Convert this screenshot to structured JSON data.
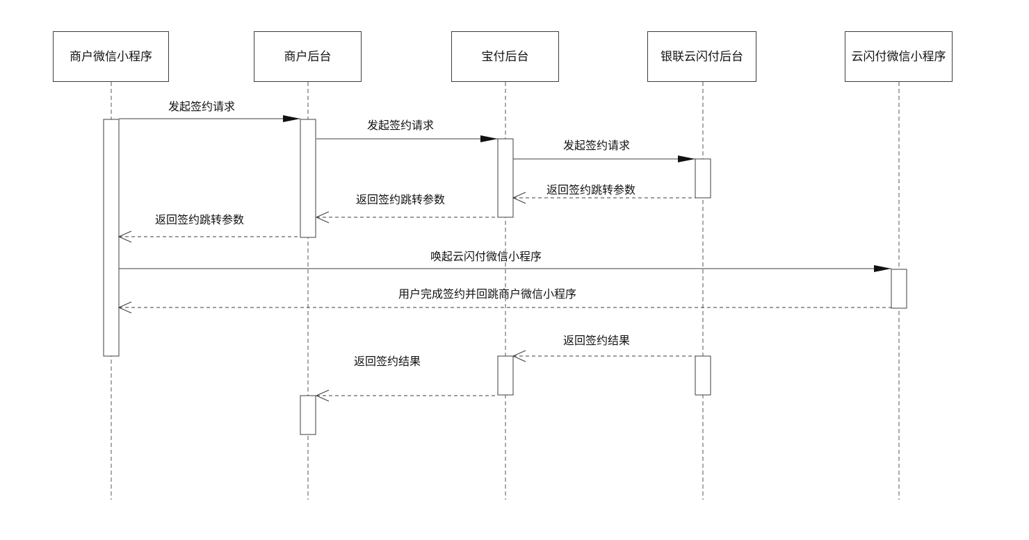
{
  "participants": [
    {
      "id": "merchant_mini",
      "label": "商户微信小程序"
    },
    {
      "id": "merchant_backend",
      "label": "商户后台"
    },
    {
      "id": "baofu_backend",
      "label": "宝付后台"
    },
    {
      "id": "unionpay_backend",
      "label": "银联云闪付后台"
    },
    {
      "id": "quickpass_mini",
      "label": "云闪付微信小程序"
    }
  ],
  "messages": [
    {
      "label": "发起签约请求",
      "from": "merchant_mini",
      "to": "merchant_backend",
      "style": "sync"
    },
    {
      "label": "发起签约请求",
      "from": "merchant_backend",
      "to": "baofu_backend",
      "style": "sync"
    },
    {
      "label": "发起签约请求",
      "from": "baofu_backend",
      "to": "unionpay_backend",
      "style": "sync"
    },
    {
      "label": "返回签约跳转参数",
      "from": "unionpay_backend",
      "to": "baofu_backend",
      "style": "reply"
    },
    {
      "label": "返回签约跳转参数",
      "from": "baofu_backend",
      "to": "merchant_backend",
      "style": "reply"
    },
    {
      "label": "返回签约跳转参数",
      "from": "merchant_backend",
      "to": "merchant_mini",
      "style": "reply"
    },
    {
      "label": "唤起云闪付微信小程序",
      "from": "merchant_mini",
      "to": "quickpass_mini",
      "style": "sync"
    },
    {
      "label": "用户完成签约并回跳商户微信小程序",
      "from": "quickpass_mini",
      "to": "merchant_mini",
      "style": "reply"
    },
    {
      "label": "返回签约结果",
      "from": "unionpay_backend",
      "to": "baofu_backend",
      "style": "reply"
    },
    {
      "label": "返回签约结果",
      "from": "baofu_backend",
      "to": "merchant_backend",
      "style": "reply"
    }
  ],
  "colors": {
    "line": "#3c3c3c",
    "lifeline": "#555555",
    "text": "#111111",
    "background": "#ffffff"
  }
}
